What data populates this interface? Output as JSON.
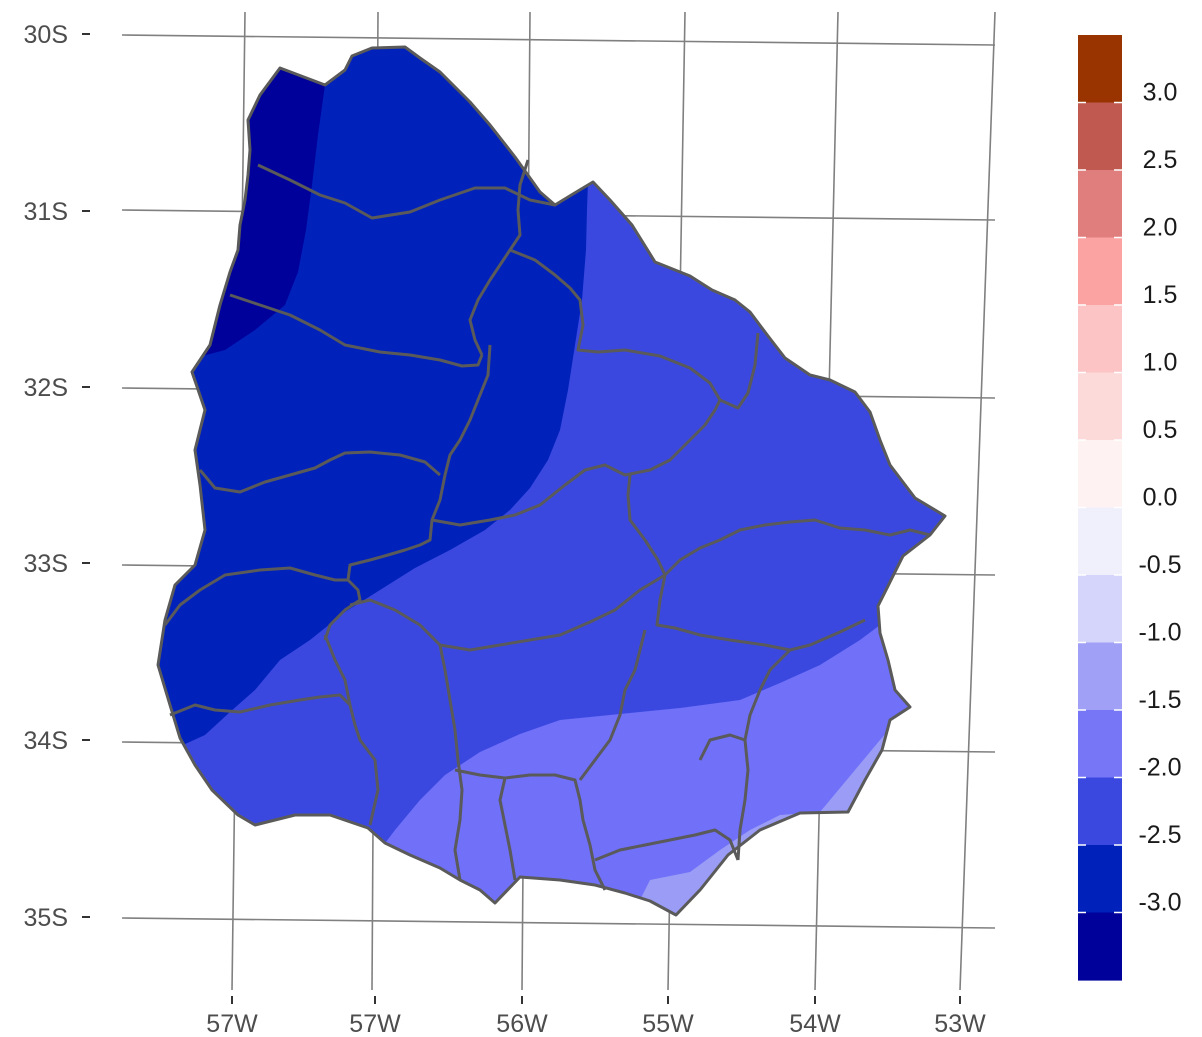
{
  "map": {
    "lat_labels": [
      "30S",
      "31S",
      "32S",
      "33S",
      "34S",
      "35S"
    ],
    "lon_labels": [
      "57W",
      "57W",
      "56W",
      "55W",
      "54W",
      "53W"
    ],
    "region": "Uruguay departments",
    "zone_colors": {
      "darkest": "#00009b",
      "dark": "#0022bb",
      "medium": "#3a48e0",
      "light": "#7070f8",
      "lightest": "#9a9cf5"
    },
    "border_color": "#5a5a5a",
    "graticule_color": "#808080"
  },
  "legend": {
    "labels": [
      "3.0",
      "2.5",
      "2.0",
      "1.5",
      "1.0",
      "0.5",
      "0.0",
      "-0.5",
      "-1.0",
      "-1.5",
      "-2.0",
      "-2.5",
      "-3.0"
    ],
    "colors": [
      "#993300",
      "#c05a50",
      "#e07d7d",
      "#fba3a3",
      "#fcc4c4",
      "#fddada",
      "#fff2f2",
      "#f0f0fd",
      "#d5d5fb",
      "#a0a0f7",
      "#7676f6",
      "#3a48e0",
      "#0022bb",
      "#00009b"
    ]
  }
}
